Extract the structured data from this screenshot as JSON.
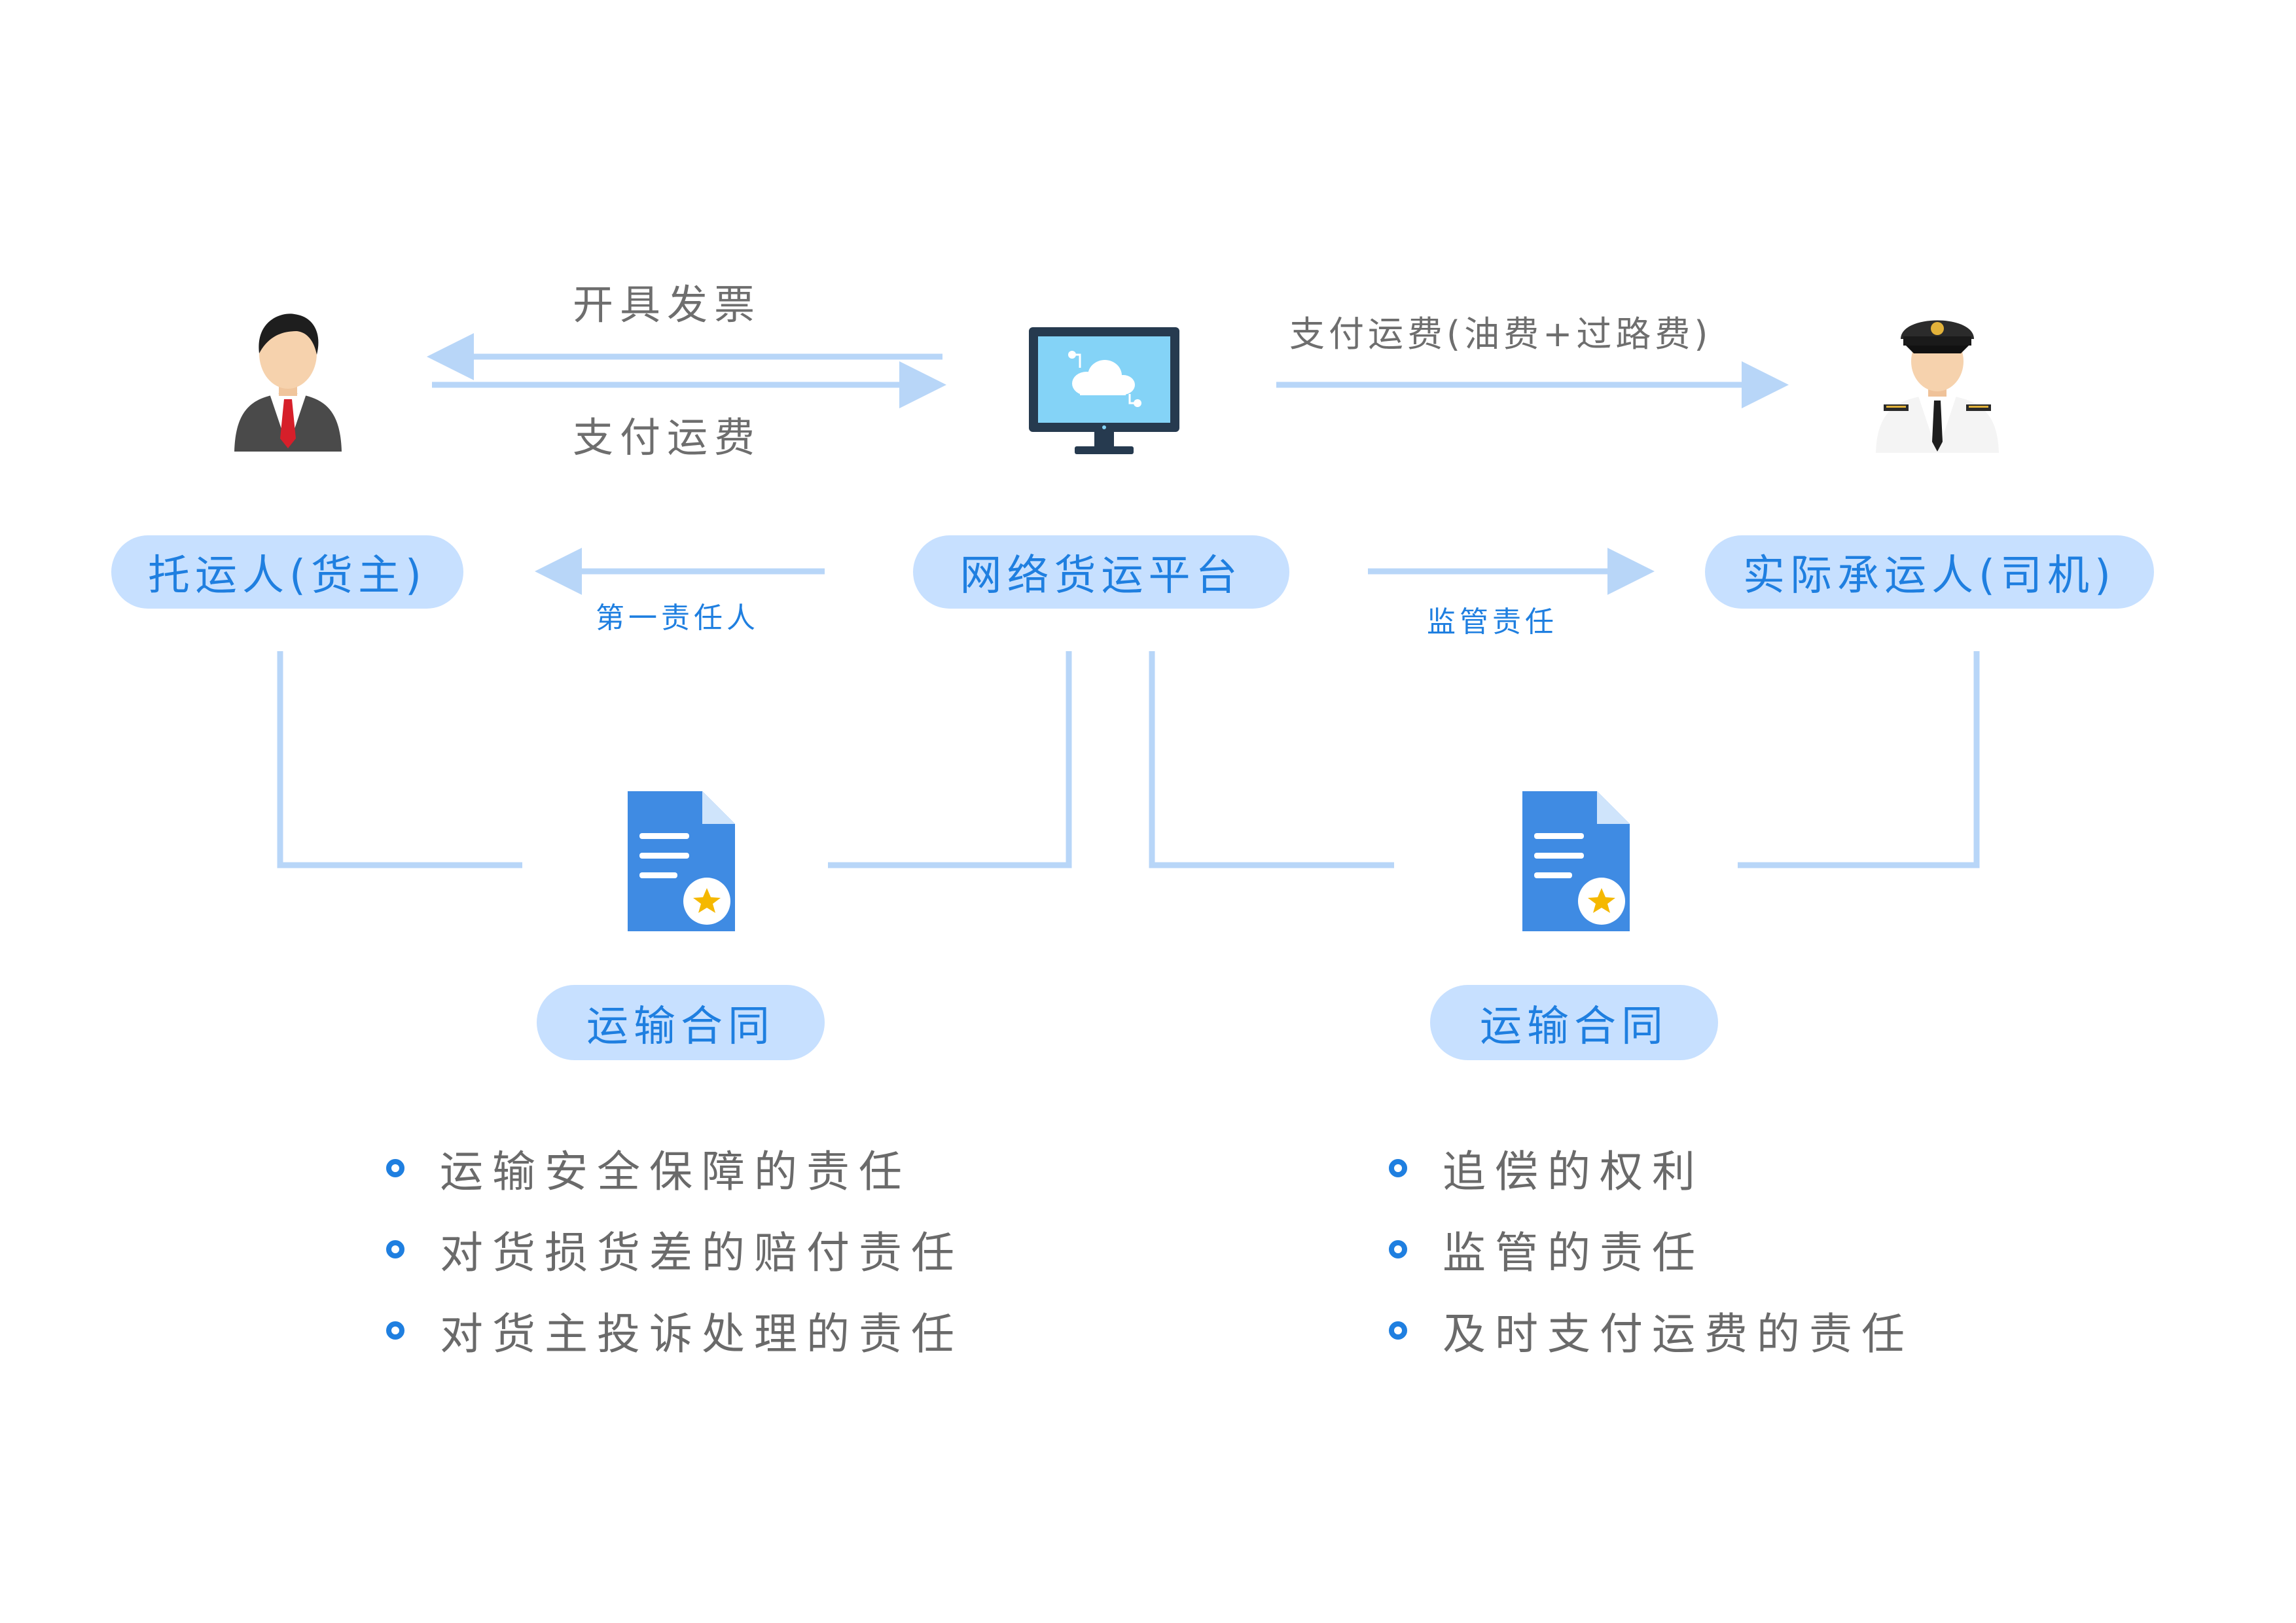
{
  "flows": {
    "invoice_label": "开具发票",
    "pay_label": "支付运费",
    "pay_carrier_label": "支付运费(油费+过路费)"
  },
  "roles": {
    "shipper": "托运人(货主)",
    "platform": "网络货运平台",
    "carrier": "实际承运人(司机)"
  },
  "relations": {
    "primary_liability": "第一责任人",
    "supervision": "监管责任"
  },
  "contracts": {
    "left_label": "运输合同",
    "right_label": "运输合同"
  },
  "left_duties": [
    "运输安全保障的责任",
    "对货损货差的赔付责任",
    "对货主投诉处理的责任"
  ],
  "right_duties": [
    "追偿的权利",
    "监管的责任",
    "及时支付运费的责任"
  ],
  "icons": {
    "shipper": "businessman-icon",
    "platform": "monitor-cloud-icon",
    "carrier": "pilot-driver-icon",
    "contract": "contract-document-icon"
  },
  "colors": {
    "accent": "#1f7fe0",
    "pill_bg": "#c7e0ff",
    "line": "#b8d6f8",
    "doc": "#3f8be3",
    "star": "#f5b800"
  }
}
